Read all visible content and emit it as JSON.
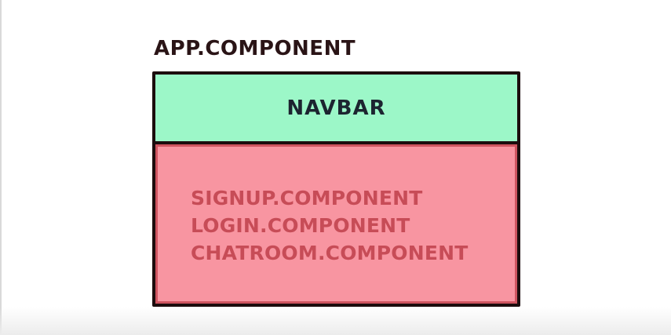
{
  "title": "APP.COMPONENT",
  "navbar": {
    "label": "NAVBAR"
  },
  "components": [
    "SIGNUP.COMPONENT",
    "LOGIN.COMPONENT",
    "CHATROOM.COMPONENT"
  ],
  "colors": {
    "navbar_fill": "#9cf7c8",
    "content_fill": "#f895a1",
    "component_text": "#c74c57",
    "border": "#1c0d0e",
    "title_text": "#2a1416"
  }
}
